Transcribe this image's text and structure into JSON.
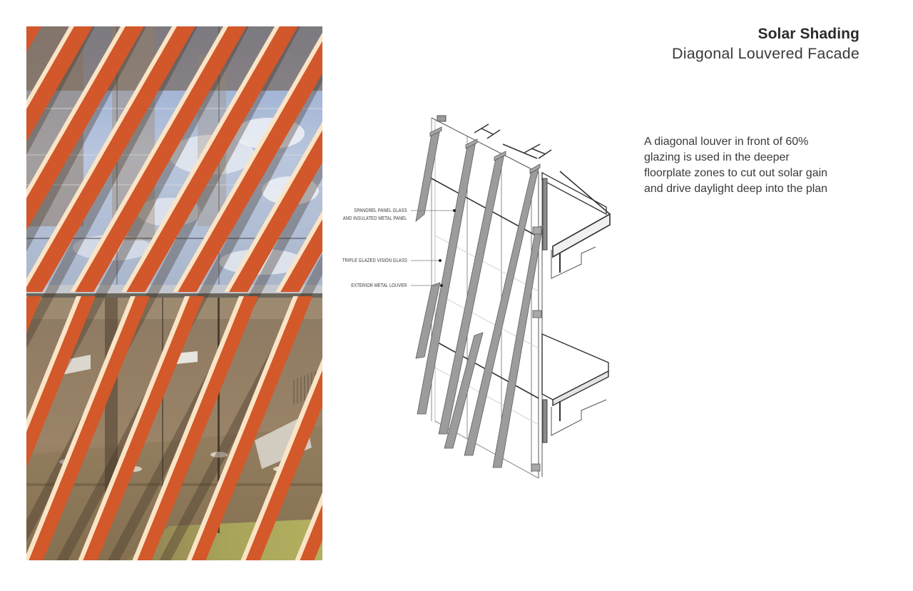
{
  "title": "Solar Shading",
  "subtitle": "Diagonal Louvered Facade",
  "description": {
    "lines": [
      "A diagonal louver in front of 60%",
      "glazing is used in the deeper",
      "floorplate zones to cut out solar gain",
      "and drive daylight deep into the plan"
    ]
  },
  "diagram": {
    "labels": [
      {
        "lines": [
          "SPANDREL PANEL GLASS",
          "AND INSULATED METAL PANEL"
        ]
      },
      {
        "lines": [
          "TRIPLE GLAZED VISION GLASS"
        ]
      },
      {
        "lines": [
          "EXTERIOR METAL LOUVER"
        ]
      }
    ]
  },
  "photo": {
    "subject": "rendering of facade with diagonal orange metal louvers over glazing",
    "colors": {
      "louver_orange": "#d2582c",
      "louver_highlight": "#fbe3c4",
      "sky_blue": "#9fb2d6",
      "interior_brown": "#7a5f45",
      "floor_green": "#a3a152"
    }
  }
}
